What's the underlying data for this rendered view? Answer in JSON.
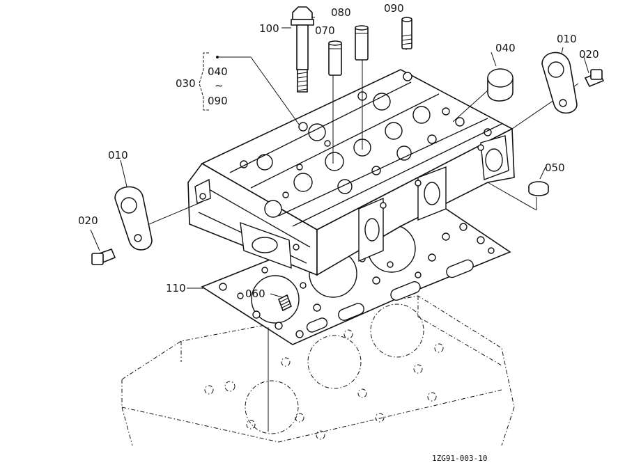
{
  "labels": {
    "l100": "100",
    "l080": "080",
    "l090_top": "090",
    "l070": "070",
    "l040_top": "040",
    "l010_right": "010",
    "l020_right": "020",
    "l030": "030",
    "l040_range_start": "040",
    "l040_range_sep": "∼",
    "l090_range_end": "090",
    "l010_left": "010",
    "l020_left": "020",
    "l050": "050",
    "l110": "110",
    "l060": "060"
  },
  "reference_code": "1ZG91-003-10"
}
